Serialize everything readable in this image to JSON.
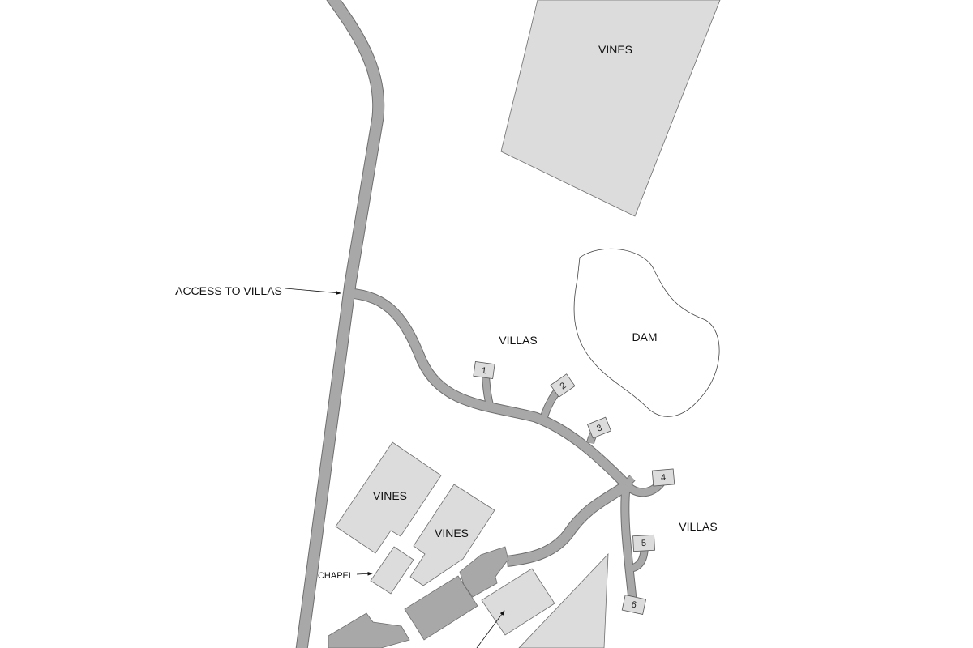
{
  "labels": {
    "vines_top": "VINES",
    "dam": "DAM",
    "villas_north": "VILLAS",
    "villas_east": "VILLAS",
    "access": "ACCESS TO VILLAS",
    "vines_left": "VINES",
    "vines_right": "VINES",
    "chapel": "CHAPEL"
  },
  "villas": [
    "1",
    "2",
    "3",
    "4",
    "5",
    "6"
  ],
  "colors": {
    "road": "#a8a8a8",
    "vines": "#dcdcdc",
    "building": "#a8a8a8",
    "outline": "#6e6e6e"
  }
}
